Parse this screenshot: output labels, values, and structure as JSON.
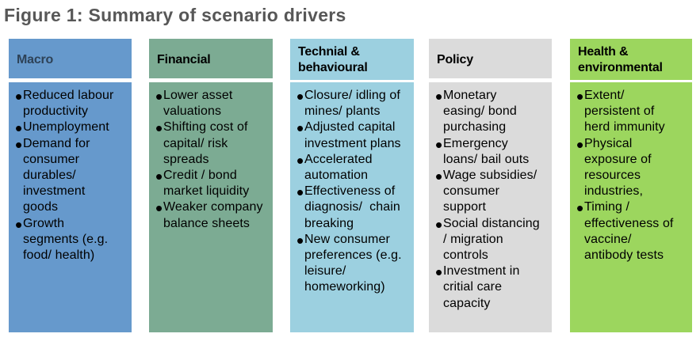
{
  "figure": {
    "title": "Figure 1: Summary of scenario drivers",
    "title_color": "#575757"
  },
  "bullet_glyph": "•",
  "columns": [
    {
      "header": "Macro",
      "fill_color": "#6699cc",
      "header_text_color": "#2e4257",
      "body_text_color": "#000000",
      "bullets": [
        "Reduced labour\nproductivity",
        "Unemployment",
        "Demand for\nconsumer\ndurables/\ninvestment\ngoods",
        "Growth\nsegments (e.g.\nfood/ health)"
      ]
    },
    {
      "header": "Financial",
      "fill_color": "#7cab93",
      "header_text_color": "#000000",
      "body_text_color": "#000000",
      "bullets": [
        "Lower asset\nvaluations",
        "Shifting cost of\ncapital/ risk\nspreads",
        "Credit / bond\nmarket liquidity",
        "Weaker company\nbalance sheets"
      ]
    },
    {
      "header": "Technial & behavioural",
      "fill_color": "#9cd0e0",
      "header_text_color": "#000000",
      "body_text_color": "#000000",
      "bullets": [
        "Closure/ idling of\nmines/ plants",
        "Adjusted capital\ninvestment plans",
        "Accelerated\nautomation",
        "Effectiveness of\ndiagnosis/  chain\nbreaking",
        "New consumer\npreferences (e.g.\nleisure/\nhomeworking)"
      ]
    },
    {
      "header": "Policy",
      "fill_color": "#dbdbdb",
      "header_text_color": "#000000",
      "body_text_color": "#000000",
      "bullets": [
        "Monetary\neasing/ bond\npurchasing",
        "Emergency\nloans/ bail outs",
        "Wage subsidies/\nconsumer\nsupport",
        "Social distancing\n/ migration\ncontrols",
        "Investment in\ncritial care\ncapacity"
      ]
    },
    {
      "header": "Health & environmental",
      "fill_color": "#9cd65e",
      "header_text_color": "#000000",
      "body_text_color": "#000000",
      "bullets": [
        "Extent/\npersistent of\nherd immunity",
        "Physical\nexposure of\nresources\nindustries,",
        "Timing /\neffectiveness of\nvaccine/\nantibody tests"
      ]
    }
  ]
}
